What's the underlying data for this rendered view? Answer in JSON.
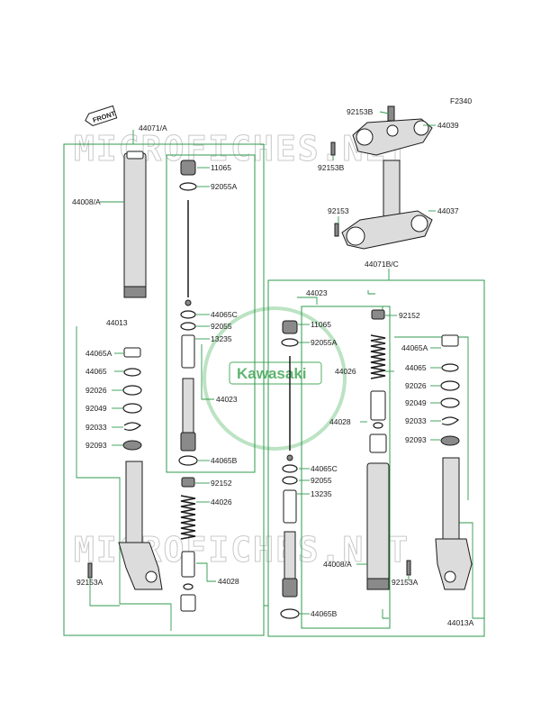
{
  "figure_code": "F2340",
  "front_sign": "FRONT",
  "watermark": "MICROFICHES.NET",
  "logo": "Kawasaki",
  "labels": {
    "l_44071A": "44071/A",
    "l_44008A_left": "44008/A",
    "l_44013_left": "44013",
    "l_44065A_left": "44065A",
    "l_44065_left": "44065",
    "l_92026_left": "92026",
    "l_92049_left": "92049",
    "l_92033_left": "92033",
    "l_92093_left": "92093",
    "l_92153A_left": "92153A",
    "l_11065_left": "11065",
    "l_92055A_left": "92055A",
    "l_44065C_left": "44065C",
    "l_92055_left": "92055",
    "l_13235_left": "13235",
    "l_44023_left": "44023",
    "l_44065B_left": "44065B",
    "l_92152_left": "92152",
    "l_44026_left": "44026",
    "l_44028_left": "44028",
    "l_92153B_top": "92153B",
    "l_44039": "44039",
    "l_92153B_mid": "92153B",
    "l_92153_steer": "92153",
    "l_44037": "44037",
    "l_44071BC": "44071B/C",
    "l_44023_right": "44023",
    "l_11065_right": "11065",
    "l_92055A_right": "92055A",
    "l_92152_right": "92152",
    "l_44026_right": "44026",
    "l_44028_right": "44028",
    "l_44065A_right": "44065A",
    "l_44065_right": "44065",
    "l_92026_right": "92026",
    "l_92049_right": "92049",
    "l_92033_right": "92033",
    "l_92093_right": "92093",
    "l_44065C_right": "44065C",
    "l_92055_right": "92055",
    "l_13235_right": "13235",
    "l_44008A_right": "44008/A",
    "l_92153A_right": "92153A",
    "l_44065B_right": "44065B",
    "l_44013A": "44013A"
  },
  "colors": {
    "frame_lines": "#2f9a4e",
    "parts_ink": "#1a1a1a",
    "watermark": "#c9c9c9",
    "logo": "#5fb470"
  }
}
